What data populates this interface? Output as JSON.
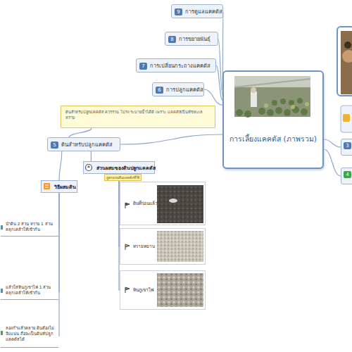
{
  "diagram": {
    "nodes": [
      {
        "text": [
          "9",
          "การดูแลแคคตัส"
        ]
      },
      {
        "text": [
          "8",
          "การขยายพันธุ์"
        ]
      },
      {
        "text": [
          "7",
          "การเปลี่ยนกระถางแคคตัส"
        ]
      },
      {
        "text": [
          "6",
          "การปลูกแคคตัส"
        ]
      },
      {
        "text": [
          "การเลี้ยงแคคตัส (ภาพรวม)"
        ]
      },
      {
        "text": [
          "3"
        ]
      },
      {
        "text": [
          "4"
        ]
      },
      {
        "text": [
          "ดินสำหรับปลูกแคคตัส ควรร่วน โปร่ง ระบายน้ำได้ดี เพราะ แคคตัสเป็นพืชทะเลทราย"
        ]
      },
      {
        "text": [
          "5",
          "ดินสำหรับปลูกแคคตัส"
        ]
      },
      {
        "text": [
          "ส่วนผสมของดินปลูกแคคตัส"
        ]
      },
      {
        "text": [
          "วิธีผสมดิน"
        ]
      },
      {
        "text": [
          "ดินที่ร่อนแล้ว"
        ]
      },
      {
        "text": [
          "ทรายหยาบ"
        ]
      },
      {
        "text": [
          "หินภูเขาไฟ"
        ]
      },
      {
        "text": [
          "นำดิน 2 ส่วน ทราย 1 ส่วน คลุกเคล้าให้เข้ากัน"
        ]
      },
      {
        "text": [
          "แล้วใส่หินภูเขาไฟ 1 ส่วน คลุกเคล้าให้เข้ากัน"
        ]
      },
      {
        "text": [
          "ลองกำแล้วคลาย ดินต้องไม่จับแน่น ถือจะเป็นดินที่ปลูกแคคตัสได้"
        ]
      }
    ],
    "edges": [
      {
        "from": 4,
        "to": 0,
        "arrow": "none"
      },
      {
        "from": 4,
        "to": 1,
        "arrow": "none"
      },
      {
        "from": 4,
        "to": 2,
        "arrow": "none"
      },
      {
        "from": 4,
        "to": 3,
        "arrow": "none"
      },
      {
        "from": 4,
        "to": 8,
        "arrow": "none"
      },
      {
        "from": 4,
        "to": 5,
        "arrow": "none"
      },
      {
        "from": 4,
        "to": 6,
        "arrow": "none"
      },
      {
        "from": 8,
        "to": 7,
        "arrow": "none"
      },
      {
        "from": 8,
        "to": 9,
        "arrow": "none"
      },
      {
        "from": 8,
        "to": 10,
        "arrow": "none"
      },
      {
        "from": 9,
        "to": 11,
        "arrow": "none"
      },
      {
        "from": 9,
        "to": 12,
        "arrow": "none"
      },
      {
        "from": 9,
        "to": 13,
        "arrow": "none"
      },
      {
        "from": 10,
        "to": 14,
        "arrow": "none"
      },
      {
        "from": 10,
        "to": 15,
        "arrow": "none"
      },
      {
        "from": 10,
        "to": 16,
        "arrow": "none"
      }
    ],
    "labels": [
      "สูตรผสมดินแคคตัสที่ใช้"
    ]
  }
}
